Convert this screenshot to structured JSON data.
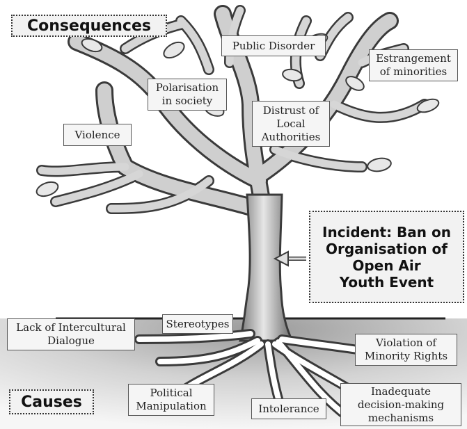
{
  "headings": {
    "consequences": "Consequences",
    "causes": "Causes"
  },
  "incident": "Incident: Ban on\nOrganisation of\nOpen Air\nYouth Event",
  "consequences": {
    "public_disorder": "Public Disorder",
    "estrangement": "Estrangement\nof minorities",
    "polarisation": "Polarisation\nin society",
    "distrust": "Distrust of\nLocal\nAuthorities",
    "violence": "Violence"
  },
  "causes": {
    "intercultural": "Lack of Intercultural\nDialogue",
    "stereotypes": "Stereotypes",
    "minority_rights": "Violation of\nMinority Rights",
    "political": "Political\nManipulation",
    "intolerance": "Intolerance",
    "decision_making": "Inadequate\ndecision-making\nmechanisms"
  },
  "colors": {
    "bark_light": "#d8d8d8",
    "bark_dark": "#6e6e6e",
    "outline": "#3a3a3a",
    "leaf": "#e8e8e8",
    "ground": "#cfcfcf"
  }
}
